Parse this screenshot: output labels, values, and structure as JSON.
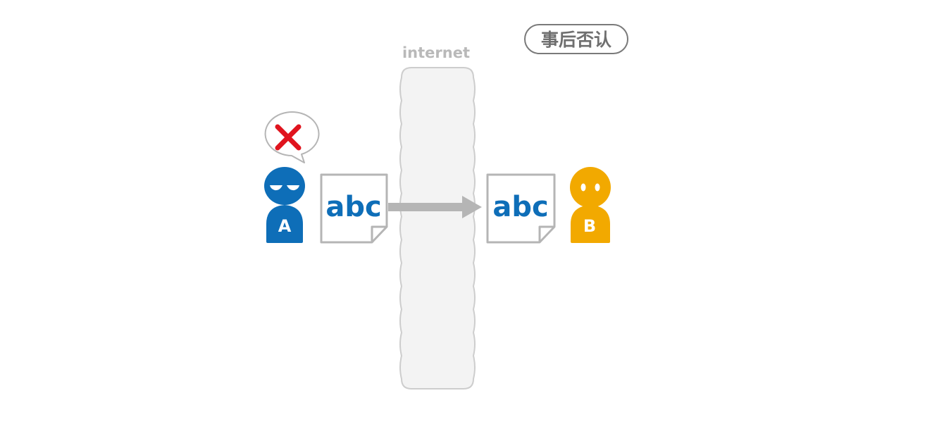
{
  "internet_label": "internet",
  "tag_label": "事后否认",
  "document": {
    "text": "abc"
  },
  "sender": {
    "label": "A",
    "status_icon": "x-mark-icon"
  },
  "receiver": {
    "label": "B"
  },
  "colors": {
    "sender": "#0e6eb8",
    "receiver": "#f2a900",
    "document_text": "#0e6eb8",
    "x_mark": "#e0141e",
    "gray": "#b5b5b5",
    "internet_fill": "#f3f3f3",
    "tag_text": "#6f6f6f"
  }
}
